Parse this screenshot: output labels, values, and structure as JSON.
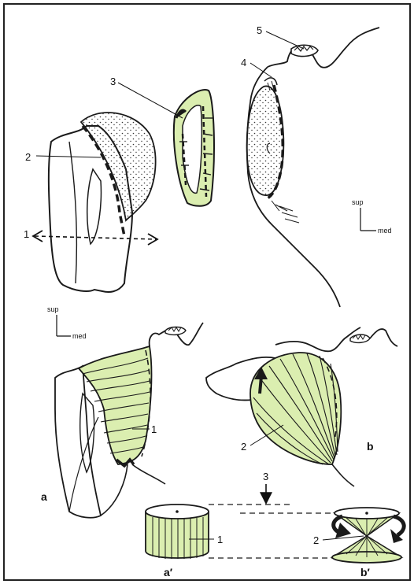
{
  "figure": {
    "colors": {
      "green": "#dbeeb0",
      "ink": "#1a1a1a",
      "border": "#222222",
      "background": "#ffffff"
    },
    "top": {
      "labels": {
        "n1": "1",
        "n2": "2",
        "n3": "3",
        "n4": "4",
        "n5": "5"
      },
      "orientation": {
        "sup": "sup",
        "med": "med"
      }
    },
    "bottom": {
      "orientation": {
        "sup": "sup",
        "med": "med"
      },
      "labels": {
        "a_n1": "1",
        "b_n2": "2",
        "cyl_n1": "1",
        "cone_n2": "2",
        "arrow_n3": "3"
      },
      "panels": {
        "a": "a",
        "b": "b",
        "a_prime": "a′",
        "b_prime": "b′"
      }
    }
  }
}
